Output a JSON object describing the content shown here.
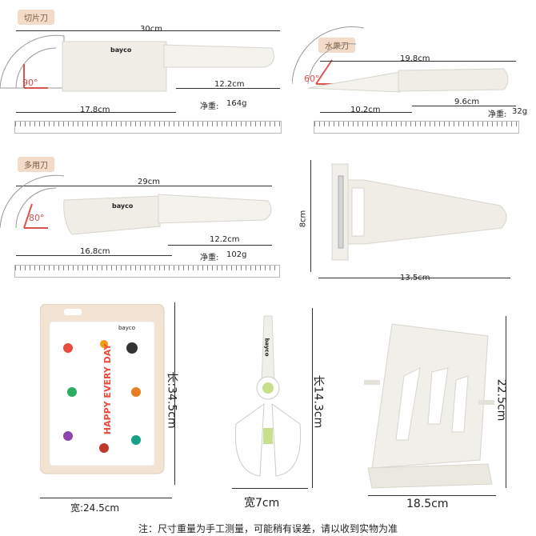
{
  "knife1": {
    "tag": "切片刀",
    "length": "30cm",
    "angle": "90°",
    "blade": "12.2cm",
    "handle": "17.8cm",
    "weight_label": "净重:",
    "weight": "164g",
    "brand": "bayco"
  },
  "knife2": {
    "tag": "水果刀",
    "length": "19.8cm",
    "angle": "60°",
    "blade": "9.6cm",
    "handle": "10.2cm",
    "weight_label": "净重:",
    "weight": "32g"
  },
  "knife3": {
    "tag": "多用刀",
    "length": "29cm",
    "angle": "80°",
    "blade": "12.2cm",
    "handle": "16.8cm",
    "weight_label": "净重:",
    "weight": "102g",
    "brand": "bayco"
  },
  "peeler": {
    "height": "8cm",
    "width": "13.5cm"
  },
  "board": {
    "length": "长:34.5cm",
    "width": "宽:24.5cm",
    "text": "HAPPY EVERY DAY",
    "brand": "bayco"
  },
  "scissors": {
    "length": "长14.3cm",
    "width": "宽7cm",
    "brand": "bayco"
  },
  "block": {
    "height": "22.5cm",
    "width": "18.5cm"
  },
  "footer": "注：尺寸重量为手工测量，可能稍有误差，请以收到实物为准",
  "colors": {
    "ceramic": "#efede6",
    "tag_bg": "#f2dcc9",
    "protractor_red": "#d9534f"
  }
}
